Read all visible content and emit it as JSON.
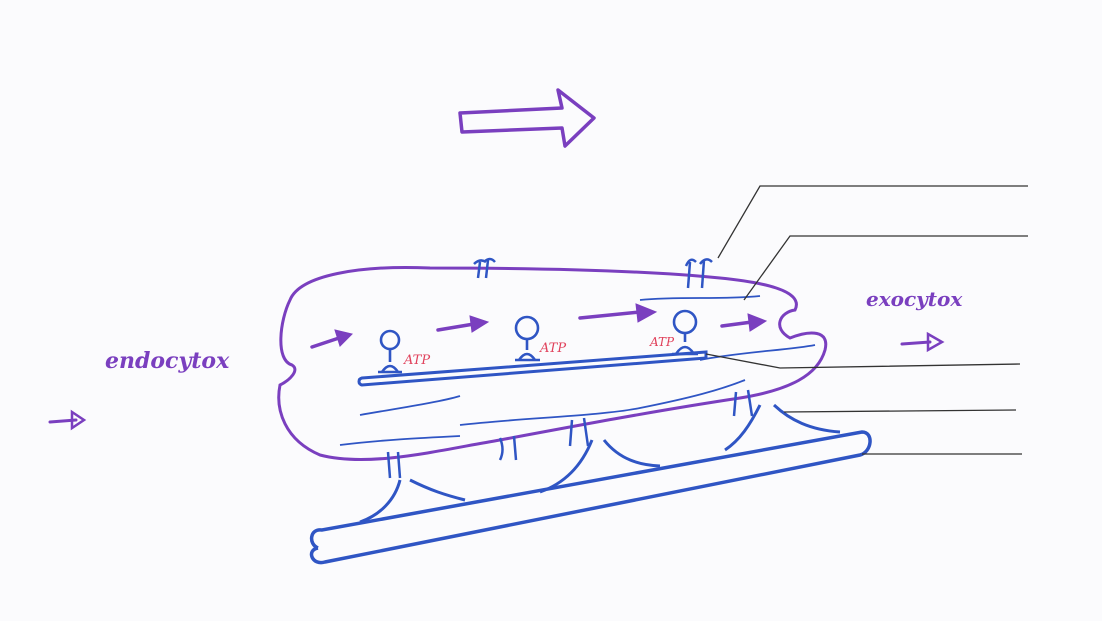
{
  "labels": {
    "left": "endocytox",
    "right": "exocytox",
    "atp": [
      "ATP",
      "ATP",
      "ATP"
    ]
  },
  "colors": {
    "membrane": "#7a3fbf",
    "cytoskeleton": "#2f55c4",
    "atp_text": "#e0405a",
    "leader_lines": "#333333",
    "paper": "#fbfbfd"
  },
  "icons": {
    "direction": "hollow-arrow-right",
    "flow": "filled-arrow-right"
  },
  "blank_label_count": 5
}
